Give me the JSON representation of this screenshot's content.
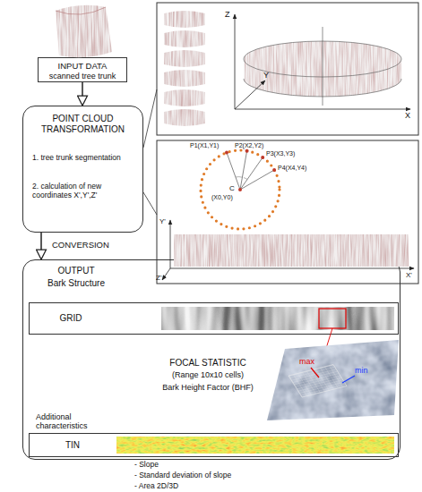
{
  "diagram": {
    "nodes": [
      {
        "text": [
          "INPUT DATA",
          "scanned tree trunk"
        ]
      },
      {
        "text": [
          "POINT CLOUD TRANSFORMATION",
          "1. tree trunk segmentation",
          "2. calculation of new coordinates X',Y',Z'"
        ]
      },
      {
        "text": [
          "OUTPUT",
          "Bark Structure"
        ]
      },
      {
        "text": [
          "GRID"
        ],
        "in": 2
      },
      {
        "text": [
          "TIN"
        ],
        "in": 2
      }
    ],
    "edges": [
      {
        "from": 0,
        "to": 1,
        "arrow": "to"
      },
      {
        "from": 1,
        "to": 2,
        "arrow": "to",
        "label": "CONVERSION"
      }
    ],
    "labels": [
      "Z",
      "Y",
      "X",
      "P1(X1,Y1)",
      "P2(X2,Y2)",
      "P3(X3,Y3)",
      "P4(X4,Y4)",
      "C",
      "(X0,Y0)",
      "Y'",
      "Z'",
      "X'",
      "FOCAL STATISTIC",
      "(Range 10x10 cells)",
      "Bark Height Factor (BHF)",
      "max",
      "min",
      "Additional characteristics",
      "- Slope",
      "- Standard deviation of slope",
      "- Area 2D/3D"
    ]
  }
}
